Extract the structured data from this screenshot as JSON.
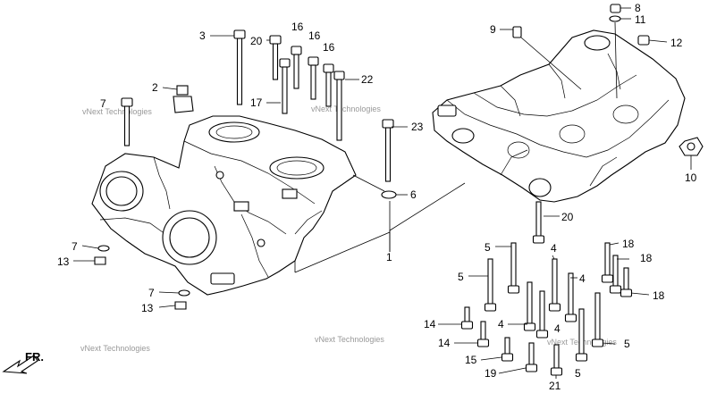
{
  "diagram": {
    "callouts": [
      "1",
      "2",
      "3",
      "4",
      "4",
      "4",
      "4",
      "5",
      "5",
      "5",
      "5",
      "6",
      "7",
      "7",
      "7",
      "8",
      "9",
      "10",
      "11",
      "12",
      "13",
      "13",
      "14",
      "14",
      "15",
      "16",
      "16",
      "16",
      "17",
      "18",
      "18",
      "18",
      "19",
      "20",
      "20",
      "21",
      "22",
      "23"
    ],
    "watermark": "vNext Technologies",
    "front_label": "FR."
  }
}
